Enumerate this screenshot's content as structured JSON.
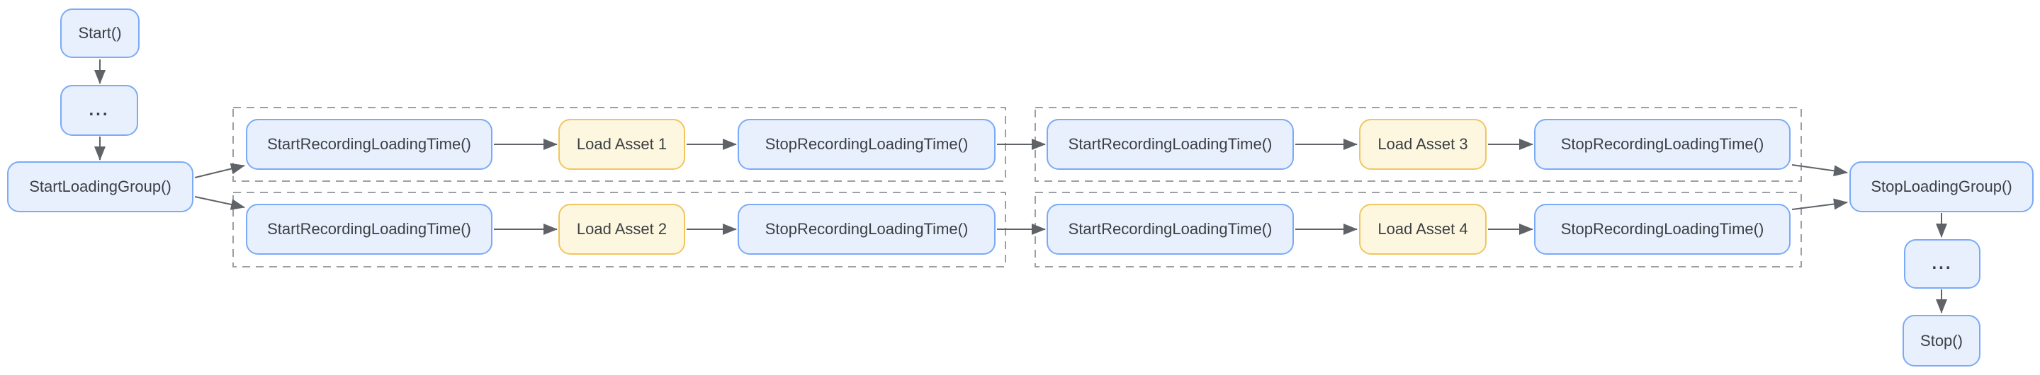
{
  "nodes": {
    "start": "Start()",
    "pre_ellipsis": "...",
    "start_loading_group": "StartLoadingGroup()",
    "g1_r1_start_recording": "StartRecordingLoadingTime()",
    "g1_r1_load_asset": "Load Asset 1",
    "g1_r1_stop_recording": "StopRecordingLoadingTime()",
    "g1_r2_start_recording": "StartRecordingLoadingTime()",
    "g1_r2_load_asset": "Load Asset 2",
    "g1_r2_stop_recording": "StopRecordingLoadingTime()",
    "g2_r1_start_recording": "StartRecordingLoadingTime()",
    "g2_r1_load_asset": "Load Asset 3",
    "g2_r1_stop_recording": "StopRecordingLoadingTime()",
    "g2_r2_start_recording": "StartRecordingLoadingTime()",
    "g2_r2_load_asset": "Load Asset 4",
    "g2_r2_stop_recording": "StopRecordingLoadingTime()",
    "stop_loading_group": "StopLoadingGroup()",
    "post_ellipsis": "...",
    "stop": "Stop()"
  },
  "edges": [
    {
      "from": "start",
      "to": "pre_ellipsis"
    },
    {
      "from": "pre_ellipsis",
      "to": "start_loading_group"
    },
    {
      "from": "start_loading_group",
      "to": "g1_r1_start_recording"
    },
    {
      "from": "start_loading_group",
      "to": "g1_r2_start_recording"
    },
    {
      "from": "g1_r1_start_recording",
      "to": "g1_r1_load_asset"
    },
    {
      "from": "g1_r1_load_asset",
      "to": "g1_r1_stop_recording"
    },
    {
      "from": "g1_r1_stop_recording",
      "to": "g2_r1_start_recording"
    },
    {
      "from": "g1_r2_start_recording",
      "to": "g1_r2_load_asset"
    },
    {
      "from": "g1_r2_load_asset",
      "to": "g1_r2_stop_recording"
    },
    {
      "from": "g1_r2_stop_recording",
      "to": "g2_r2_start_recording"
    },
    {
      "from": "g2_r1_start_recording",
      "to": "g2_r1_load_asset"
    },
    {
      "from": "g2_r1_load_asset",
      "to": "g2_r1_stop_recording"
    },
    {
      "from": "g2_r1_stop_recording",
      "to": "stop_loading_group"
    },
    {
      "from": "g2_r2_start_recording",
      "to": "g2_r2_load_asset"
    },
    {
      "from": "g2_r2_load_asset",
      "to": "g2_r2_stop_recording"
    },
    {
      "from": "g2_r2_stop_recording",
      "to": "stop_loading_group"
    },
    {
      "from": "stop_loading_group",
      "to": "post_ellipsis"
    },
    {
      "from": "post_ellipsis",
      "to": "stop"
    }
  ],
  "colors": {
    "node_fill": "#E8F0FE",
    "node_border": "#7BAAF7",
    "asset_fill": "#FEF7E0",
    "asset_border": "#F1C55F",
    "text": "#3C4043",
    "arrow": "#5F6368",
    "group_border": "#9AA0A6",
    "background": "#FFFFFF"
  }
}
